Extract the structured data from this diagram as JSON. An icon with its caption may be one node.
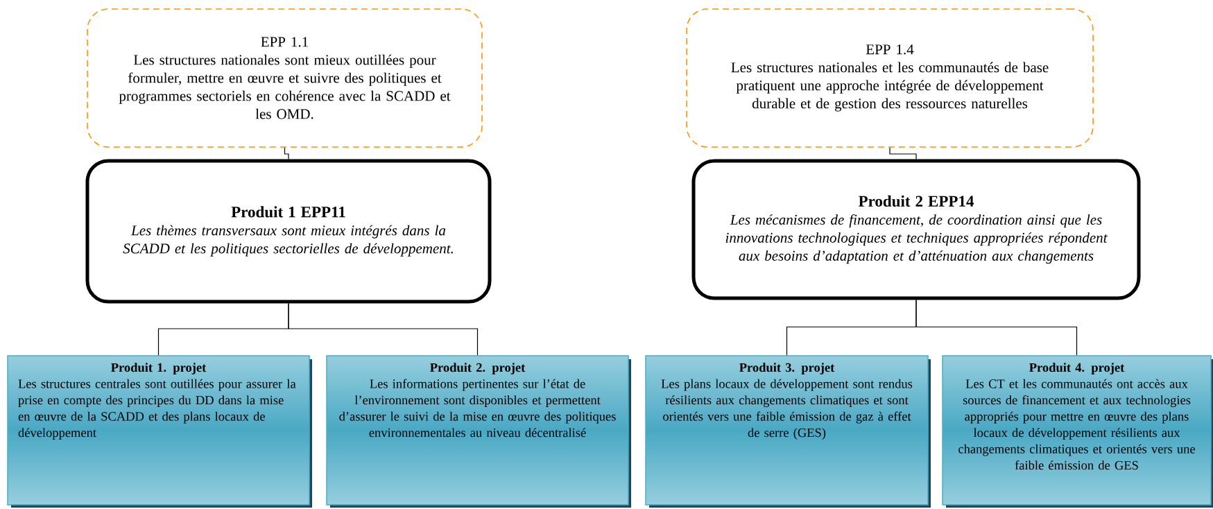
{
  "diagram": {
    "nodes": [
      {
        "text": [
          "EPP 1.1",
          "Les structures nationales sont mieux outillées pour formuler, mettre en œuvre et suivre des politiques et programmes sectoriels en cohérence avec la SCADD et les OMD."
        ]
      },
      {
        "text": [
          "Produit 1 EPP11",
          "Les thèmes transversaux sont mieux intégrés dans la SCADD et les politiques sectorielles de développement."
        ]
      },
      {
        "text": [
          "Produit 1. projet",
          "Les structures centrales sont outillées pour assurer la prise en compte des principes du DD dans la mise en œuvre de la SCADD et des plans locaux de développement"
        ]
      },
      {
        "text": [
          "Produit 2. projet",
          "Les informations pertinentes sur l’état de l’environnement sont disponibles et permettent d’assurer le suivi de la mise en œuvre des politiques environnementales au niveau décentralisé"
        ]
      },
      {
        "text": [
          "EPP 1.4",
          "Les structures nationales et les communautés de base pratiquent une approche intégrée de développement durable et de gestion des ressources naturelles"
        ]
      },
      {
        "text": [
          "Produit 2 EPP14",
          "Les mécanismes de financement, de coordination ainsi que les innovations technologiques et techniques appropriées répondent aux besoins d’adaptation et d’atténuation aux changements"
        ]
      },
      {
        "text": [
          "Produit 3. projet",
          "Les plans locaux de développement sont rendus résilients aux changements climatiques et sont orientés vers une faible émission de gaz à effet de serre (GES)"
        ]
      },
      {
        "text": [
          "Produit 4. projet",
          "Les CT et les communautés ont accès aux sources de financement et aux technologies appropriés pour mettre en œuvre des plans locaux de développement  résilients aux changements climatiques et orientés vers une faible émission de GES"
        ]
      }
    ],
    "edges": [
      {
        "from": 0,
        "to": 1,
        "arrow": "none"
      },
      {
        "from": 1,
        "to": 2,
        "arrow": "none"
      },
      {
        "from": 1,
        "to": 3,
        "arrow": "none"
      },
      {
        "from": 4,
        "to": 5,
        "arrow": "none"
      },
      {
        "from": 5,
        "to": 6,
        "arrow": "none"
      },
      {
        "from": 5,
        "to": 7,
        "arrow": "none"
      }
    ]
  }
}
